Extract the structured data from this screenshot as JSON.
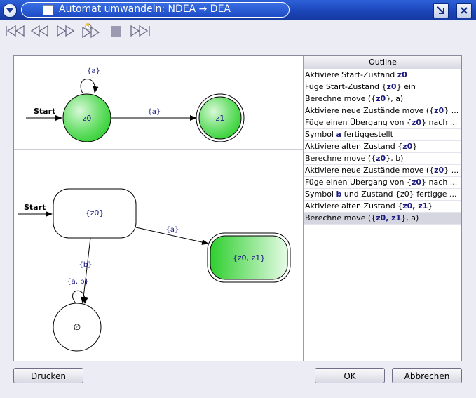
{
  "window": {
    "title": "Automat umwandeln: NDEA → DEA"
  },
  "icons": [
    "menu-icon",
    "minimize-icon",
    "close-icon",
    "skip-to-start-icon",
    "step-back-icon",
    "step-forward-icon",
    "step-forward-wait-icon",
    "stop-icon",
    "skip-to-end-icon"
  ],
  "colors": {
    "titlebar": "#1a44b8",
    "accepting_fill": "#2fcf2f",
    "label_blue": "#1a1a80",
    "selected_row": "#d6d6e0"
  },
  "nfa": {
    "start_label": "Start",
    "states": [
      {
        "name": "z0",
        "accepting": false
      },
      {
        "name": "z1",
        "accepting": true
      }
    ],
    "transitions": [
      {
        "from": "z0",
        "to": "z0",
        "label": "{a}"
      },
      {
        "from": "z0",
        "to": "z1",
        "label": "{a}"
      }
    ]
  },
  "dfa": {
    "start_label": "Start",
    "states": [
      {
        "name": "{z0}",
        "accepting": false
      },
      {
        "name": "{z0, z1}",
        "accepting": true
      },
      {
        "name": "∅",
        "accepting": false
      }
    ],
    "transitions": [
      {
        "from": "{z0}",
        "to": "{z0, z1}",
        "label": "{a}"
      },
      {
        "from": "{z0}",
        "to": "∅",
        "label": "{b}"
      },
      {
        "from": "∅",
        "to": "∅",
        "label": "{a, b}"
      }
    ]
  },
  "outline": {
    "header": "Outline",
    "rows": [
      {
        "text": "Aktiviere Start-Zustand ",
        "bold": "z0",
        "tail": ""
      },
      {
        "text": "Füge Start-Zustand {",
        "bold": "z0",
        "tail": "} ein"
      },
      {
        "text": "Berechne move ({",
        "bold": "z0",
        "tail": "}, a)"
      },
      {
        "text": "Aktiviere neue Zustände move ({",
        "bold": "z0",
        "tail": "} ..."
      },
      {
        "text": "Füge einen Übergang von {",
        "bold": "z0",
        "tail": "} nach ..."
      },
      {
        "text": "Symbol ",
        "bold": "a",
        "tail": " fertiggestellt"
      },
      {
        "text": "Aktiviere alten Zustand {",
        "bold": "z0",
        "tail": "}"
      },
      {
        "text": "Berechne move ({",
        "bold": "z0",
        "tail": "}, b)"
      },
      {
        "text": "Aktiviere neue Zustände move ({",
        "bold": "z0",
        "tail": "} ..."
      },
      {
        "text": "Füge einen Übergang von {",
        "bold": "z0",
        "tail": "} nach ..."
      },
      {
        "text": "Symbol ",
        "bold": "b",
        "tail": " und Zustand {z0} fertigge ..."
      },
      {
        "text": "Aktiviere alten Zustand {",
        "bold": "z0, z1",
        "tail": "}"
      },
      {
        "text": "Berechne move ({",
        "bold": "z0, z1",
        "tail": "}, a)"
      }
    ],
    "selected_index": 12
  },
  "buttons": {
    "print": "Drucken",
    "ok": "OK",
    "cancel": "Abbrechen"
  }
}
